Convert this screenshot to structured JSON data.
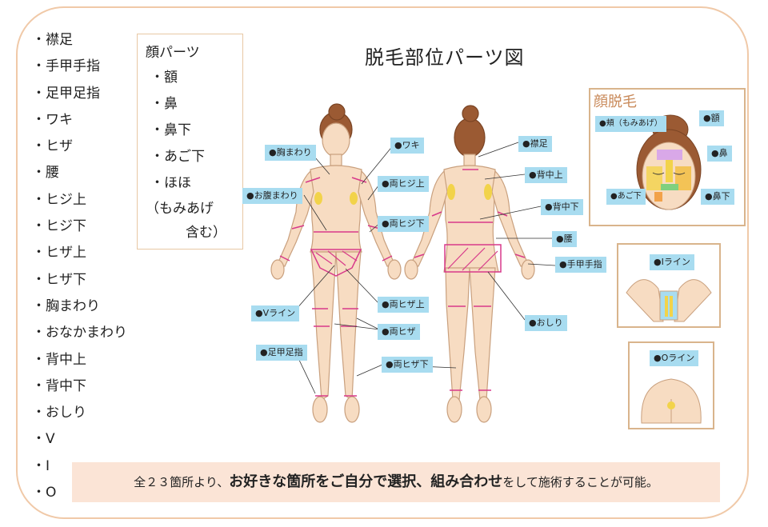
{
  "title": "脱毛部位パーツ図",
  "left_list": [
    "・襟足",
    "・手甲手指",
    "・足甲足指",
    "・ワキ",
    "・ヒザ",
    "・腰",
    "・ヒジ上",
    "・ヒジ下",
    "・ヒザ上",
    "・ヒザ下",
    "・胸まわり",
    "・おなかまわり",
    "・背中上",
    "・背中下",
    "・おしり",
    "・V",
    "・I",
    "・O"
  ],
  "face_parts": {
    "title": "顔パーツ",
    "items": [
      "・額",
      "・鼻",
      "・鼻下",
      "・あご下",
      "・ほほ"
    ],
    "note_line1": "（もみあげ",
    "note_line2": "含む）"
  },
  "body_labels": {
    "chest": "●胸まわり",
    "belly": "●お腹まわり",
    "armpit": "●ワキ",
    "elbow_upper": "●両ヒジ上",
    "elbow_lower": "●両ヒジ下",
    "v_line": "●Vライン",
    "knee_upper": "●両ヒザ上",
    "knee": "●両ヒザ",
    "foot": "●足甲足指",
    "knee_lower": "●両ヒザ下",
    "nape": "●襟足",
    "back_upper": "●背中上",
    "back_lower": "●背中下",
    "waist": "●腰",
    "hand": "●手甲手指",
    "buttocks": "●おしり"
  },
  "face_box": {
    "title": "顔脱毛",
    "cheek": "●頬（もみあげ）",
    "forehead": "●額",
    "nose": "●鼻",
    "under_chin": "●あご下",
    "under_nose": "●鼻下"
  },
  "i_line_label": "●Iライン",
  "o_line_label": "●Oライン",
  "banner": {
    "part1": "全２３箇所より、",
    "part2": "お好きな箇所をご自分で選択、組み合わせ",
    "part3": "をして施術することが可能。"
  },
  "colors": {
    "frame": "#f0c9a8",
    "label_bg": "#a8dcf0",
    "banner_bg": "#fbe4d6",
    "marker": "#d8398a",
    "skin": "#f7dcc2"
  }
}
